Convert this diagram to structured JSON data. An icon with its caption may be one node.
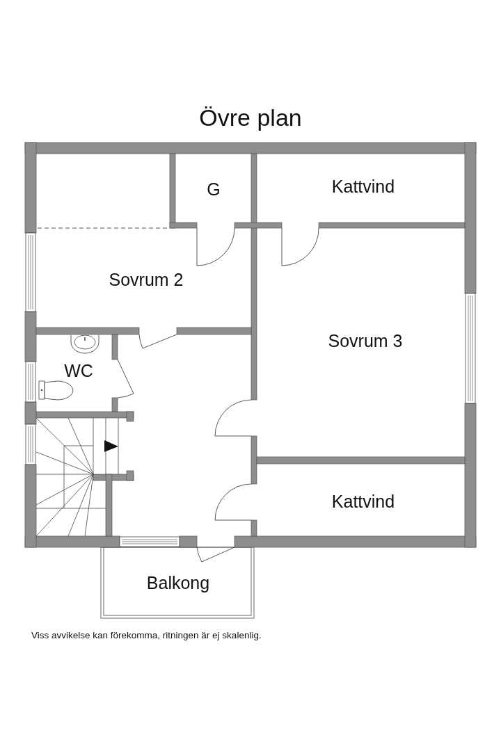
{
  "diagram": {
    "title": "Övre plan",
    "caption": "Viss avvikelse kan förekomma, ritningen är ej skalenlig.",
    "nodes": [
      {
        "text": [
          "G"
        ]
      },
      {
        "text": [
          "Kattvind"
        ]
      },
      {
        "text": [
          "Sovrum 2"
        ]
      },
      {
        "text": [
          "Sovrum 3"
        ]
      },
      {
        "text": [
          "WC"
        ]
      },
      {
        "text": [
          "Kattvind"
        ]
      },
      {
        "text": [
          "Balkong"
        ]
      }
    ]
  }
}
